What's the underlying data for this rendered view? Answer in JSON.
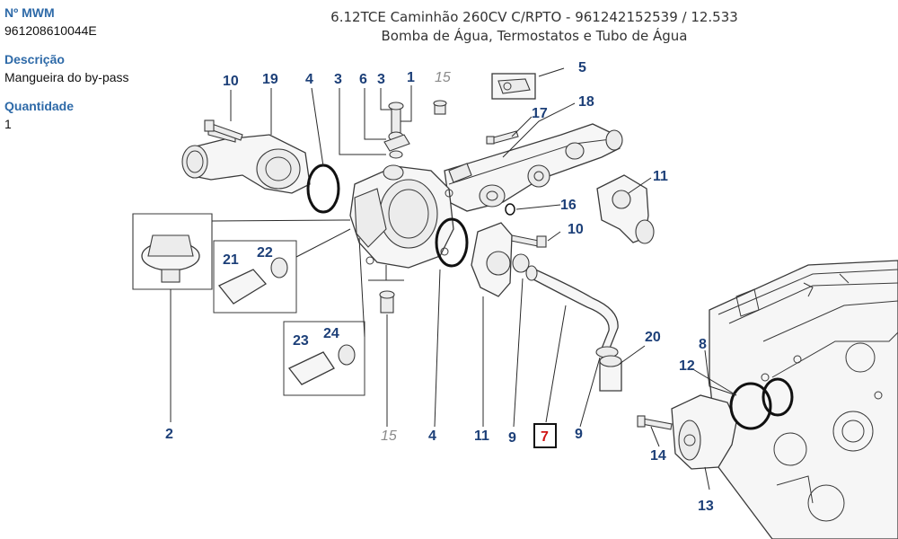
{
  "info": {
    "part_number_label": "Nº MWM",
    "part_number_value": "961208610044E",
    "description_label": "Descrição",
    "description_value": "Mangueira do by-pass",
    "quantity_label": "Quantidade",
    "quantity_value": "1"
  },
  "header": {
    "line1": "6.12TCE Caminhão 260CV C/RPTO - 961242152539  /  12.533",
    "line2": "Bomba de Água, Termostatos e Tubo de Água"
  },
  "callouts": {
    "c10a": "10",
    "c19": "19",
    "c4a": "4",
    "c3a": "3",
    "c6": "6",
    "c3b": "3",
    "c1": "1",
    "c15a": "15",
    "c5": "5",
    "c18": "18",
    "c17": "17",
    "c11a": "11",
    "c16": "16",
    "c10b": "10",
    "c22": "22",
    "c21": "21",
    "c23": "23",
    "c24": "24",
    "c2": "2",
    "c15b": "15",
    "c4b": "4",
    "c11b": "11",
    "c9a": "9",
    "c7": "7",
    "c9b": "9",
    "c20": "20",
    "c8": "8",
    "c12": "12",
    "c14": "14",
    "c13": "13"
  },
  "selected_callout": "7"
}
